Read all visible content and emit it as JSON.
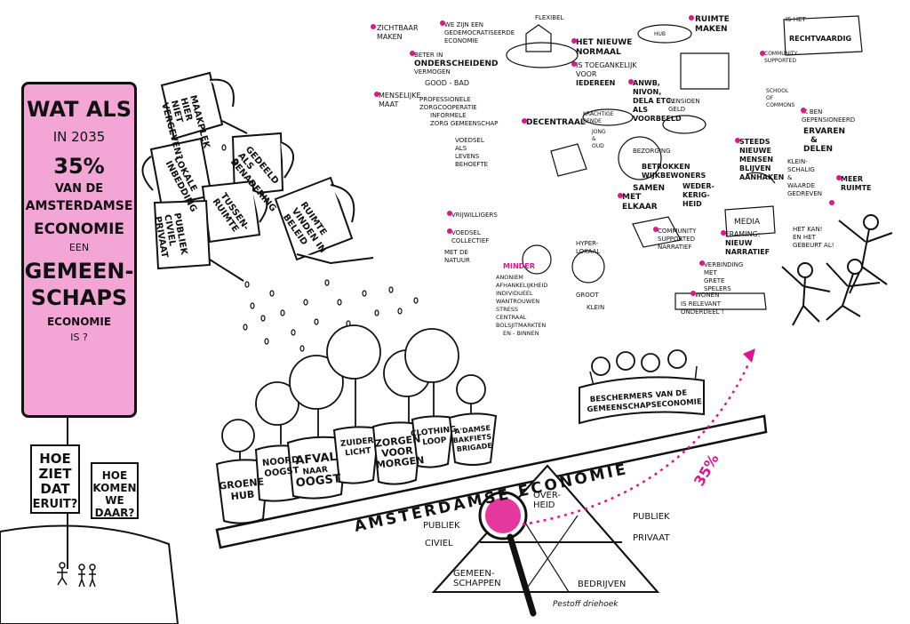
{
  "sign": {
    "line1": "WAT ALS",
    "line2": "IN 2035",
    "line3": "35%",
    "line4": "VAN DE",
    "line5": "AMSTERDAMSE",
    "line6": "ECONOMIE",
    "line7": "EEN",
    "line8": "GEMEEN-",
    "line9": "SCHAPS",
    "line10": "ECONOMIE",
    "line11": "IS ?"
  },
  "questions": {
    "q1": [
      "HOE",
      "ZIET",
      "DAT",
      "ERUIT?"
    ],
    "q2": [
      "HOE",
      "KOMEN",
      "WE",
      "DAAR?"
    ]
  },
  "cans": [
    {
      "label": [
        "MAAKPLEK",
        "HIER",
        "NIET",
        "VERGEVEN?"
      ]
    },
    {
      "label": [
        "LOKALE",
        "INBEDDING"
      ]
    },
    {
      "label": [
        "GEDEELD",
        "ALS",
        "BENADERING"
      ]
    },
    {
      "label": [
        "TUSSEN-",
        "RUIMTE"
      ]
    },
    {
      "label": [
        "PUBLIEK",
        "CIVIEL",
        "PRIVAAT"
      ]
    },
    {
      "label": [
        "RUIMTE",
        "VINDEN IN",
        "BELEID"
      ]
    }
  ],
  "pots": [
    {
      "label": [
        "GROENE",
        "HUB"
      ]
    },
    {
      "label": [
        "NOORD",
        "OOGST"
      ]
    },
    {
      "label": [
        "AFVAL",
        "NAAR",
        "OOGST"
      ]
    },
    {
      "label": [
        "ZUIDER",
        "LICHT"
      ]
    },
    {
      "label": [
        "ZORGEN",
        "VOOR",
        "MORGEN"
      ]
    },
    {
      "label": [
        "CLOTHING",
        "LOOP"
      ]
    },
    {
      "label": [
        "A'DAMSE",
        "BAKFIETS",
        "BRIGADE"
      ]
    }
  ],
  "seesaw": {
    "beam_label": "AMSTERDAMSE ECONOMIE",
    "percent": "35%",
    "protectors": [
      "BESCHERMERS VAN DE",
      "GEMEENSCHAPSECONOMIE"
    ]
  },
  "triangle": {
    "top": [
      "OVER-",
      "HEID"
    ],
    "left_top": "PUBLIEK",
    "left_bottom": "CIVIEL",
    "right_top": "PUBLIEK",
    "right_bottom": "PRIVAAT",
    "bottom_left": [
      "GEMEEN-",
      "SCHAPPEN"
    ],
    "bottom_right": "BEDRIJVEN",
    "caption": "Pestoff driehoek"
  },
  "vision": {
    "zichtbaar": [
      "ZICHTBAAR",
      "MAKEN"
    ],
    "democratiseerde": [
      "WE ZIJN EEN",
      "GEDEMOCRATISEERDE",
      "ECONOMIE"
    ],
    "flexibel": "FLEXIBEL",
    "hub": "HUB",
    "ruimte_maken": [
      "RUIMTE",
      "MAKEN"
    ],
    "rechtvaardig": "RECHTVAARDIG",
    "is_het": "IS HET",
    "nieuwe_normaal": [
      "HET NIEUWE",
      "NORMAAL"
    ],
    "onderscheidend": [
      "BETER IN",
      "ONDERSCHEIDEND",
      "VERMOGEN"
    ],
    "good_bad": [
      "GOOD - BAD"
    ],
    "toegankelijk": [
      "IS TOEGANKELIJK",
      "VOOR",
      "IEDEREEN"
    ],
    "community_supported_top": [
      "COMMUNITY",
      "SUPPORTED"
    ],
    "professionele": [
      "PROFESSIONELE",
      "ZORGCOOPERATIE"
    ],
    "menselijke": [
      "MENSELIJKE",
      "MAAT"
    ],
    "anwb": [
      "ANWB,",
      "NIVON,",
      "DELA ETC.",
      "ALS",
      "VOORBEELD"
    ],
    "pensioengeld": [
      "PENSIOEN",
      "GELD"
    ],
    "school": [
      "SCHOOL",
      "OF",
      "COMMONS"
    ],
    "informele": [
      "INFORMELE",
      "ZORG GEMEENSCHAP"
    ],
    "decentraal": "DECENTRAAL",
    "krachtige": [
      "KRACHTIGE",
      "BENDE"
    ],
    "gepensioneerd": [
      "IK BEN",
      "GEPENSIONEERD"
    ],
    "ervaren": [
      "ERVAREN",
      "&",
      "DELEN"
    ],
    "voedsel": [
      "VOEDSEL",
      "ALS",
      "LEVENS",
      "BEHOEFTE"
    ],
    "jong_oud": [
      "JONG",
      "&",
      "OUD"
    ],
    "bezorging": "BEZORGING",
    "betrokken": [
      "BETROKKEN",
      "WIJKBEWONERS"
    ],
    "steeds": [
      "STEEDS",
      "NIEUWE",
      "MENSEN",
      "BLIJVEN",
      "AANHAKEN"
    ],
    "kleinschalig": [
      "KLEIN-",
      "SCHALIG",
      "&",
      "WAARDE",
      "GEDREVEN"
    ],
    "meer_ruimte": [
      "MEER",
      "RUIMTE"
    ],
    "samen": "SAMEN",
    "met_elkaar": [
      "MET",
      "ELKAAR"
    ],
    "wederkerigheid": [
      "WEDER-",
      "KERIG-",
      "HEID"
    ],
    "media": "MEDIA",
    "vrijwilligers": "VRIJWILLIGERS",
    "voedsel_collectief": [
      "VOEDSEL",
      "COLLECTIEF"
    ],
    "community_supported": [
      "COMMUNITY",
      "SUPPORTED",
      "NARRATIEF"
    ],
    "framing": [
      "FRAMING:",
      "NIEUW",
      "NARRATIEF"
    ],
    "het_kan": [
      "HET KAN!",
      "EN HET",
      "GEBEURT AL!"
    ],
    "natuur": [
      "MET DE",
      "NATUUR"
    ],
    "hyperlokaal": [
      "HYPER-",
      "LOKAAL"
    ],
    "minder": "MINDER",
    "minder_items": [
      "ANONIEM",
      "AFHANKELIJKHEID",
      "INDIVIDUEEL",
      "WANTROUWEN",
      "STRESS",
      "CENTRAAL",
      "BOLSJITMARKTEN",
      "EN - BINNEN"
    ],
    "groot_klein": [
      "GROOT",
      "KLEIN"
    ],
    "verbinding": [
      "VERBINDING",
      "MET",
      "GRETE",
      "SPELERS"
    ],
    "wonen": [
      "WONEN"
    ],
    "relevant": [
      "IS RELEVANT",
      "ONDERDEEL !"
    ]
  },
  "colors": {
    "accent": "#e0148c",
    "sign_fill": "#f3a6d6",
    "ink": "#111111"
  }
}
